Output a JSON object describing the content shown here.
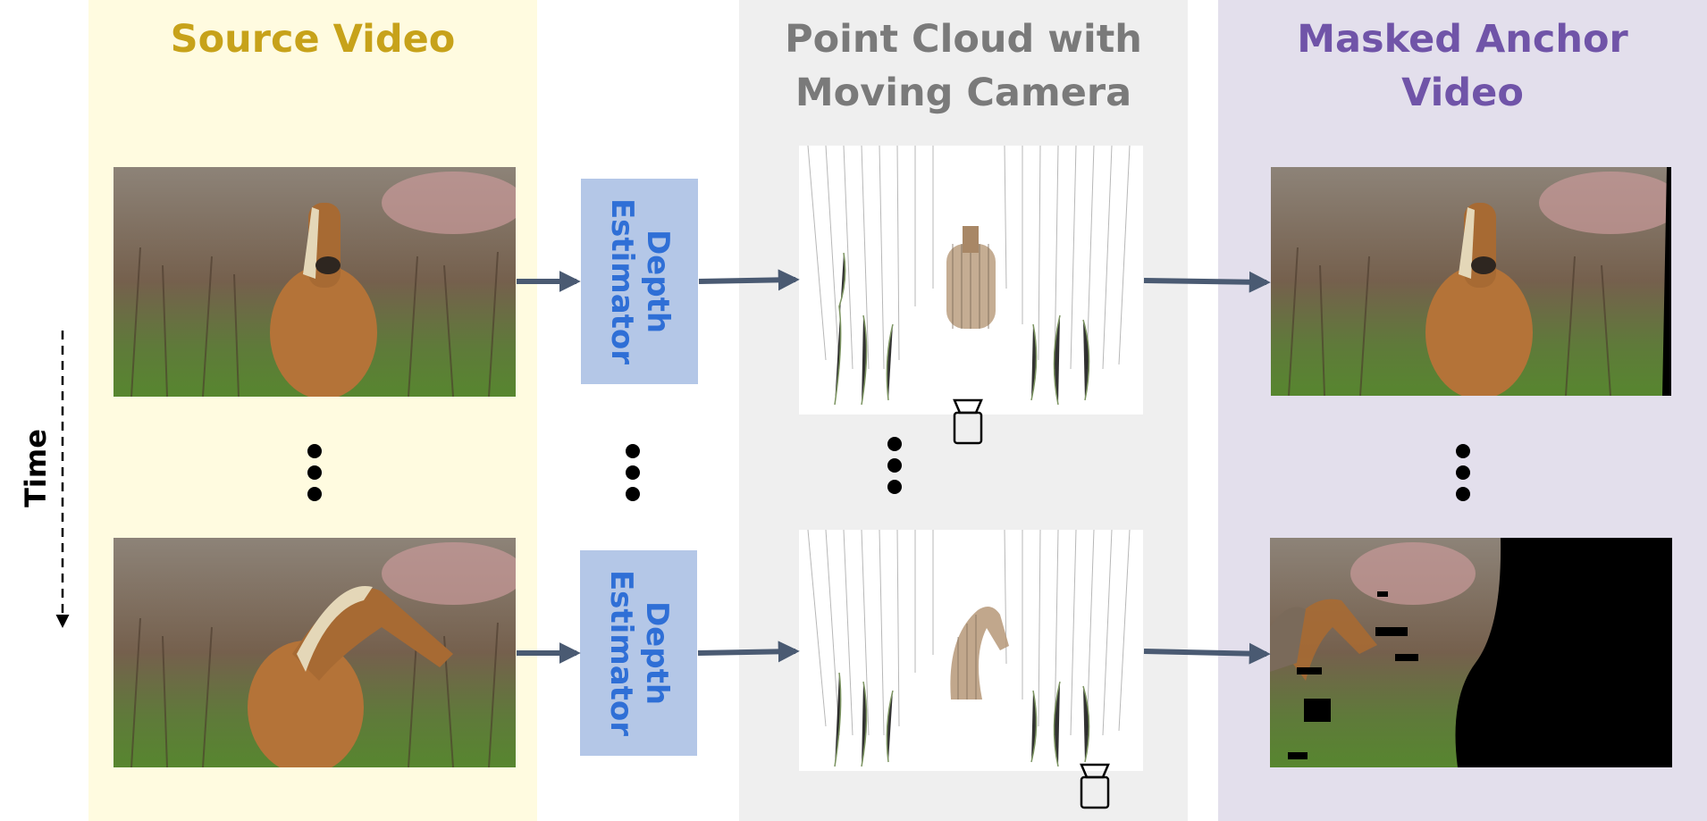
{
  "headings": {
    "source": "Source Video",
    "point_cloud_line1": "Point Cloud with",
    "point_cloud_line2": "Moving Camera",
    "masked_line1": "Masked Anchor",
    "masked_line2": "Video"
  },
  "depth_estimator": {
    "line1": "Depth",
    "line2": "Estimator"
  },
  "time_label": "Time",
  "colors": {
    "source_panel": "#fffbe0",
    "point_cloud_panel": "#efefef",
    "masked_panel": "#e3dfec",
    "source_heading": "#c7a21a",
    "point_cloud_heading": "#7a7a7a",
    "masked_heading": "#7054a8",
    "depth_box": "#b4c7e7",
    "depth_text": "#2f6fd6",
    "arrow": "#4a5a72"
  },
  "frames": [
    {
      "name": "first-frame",
      "subject": "horse facing camera"
    },
    {
      "name": "last-frame",
      "subject": "horse turned to the right"
    }
  ]
}
